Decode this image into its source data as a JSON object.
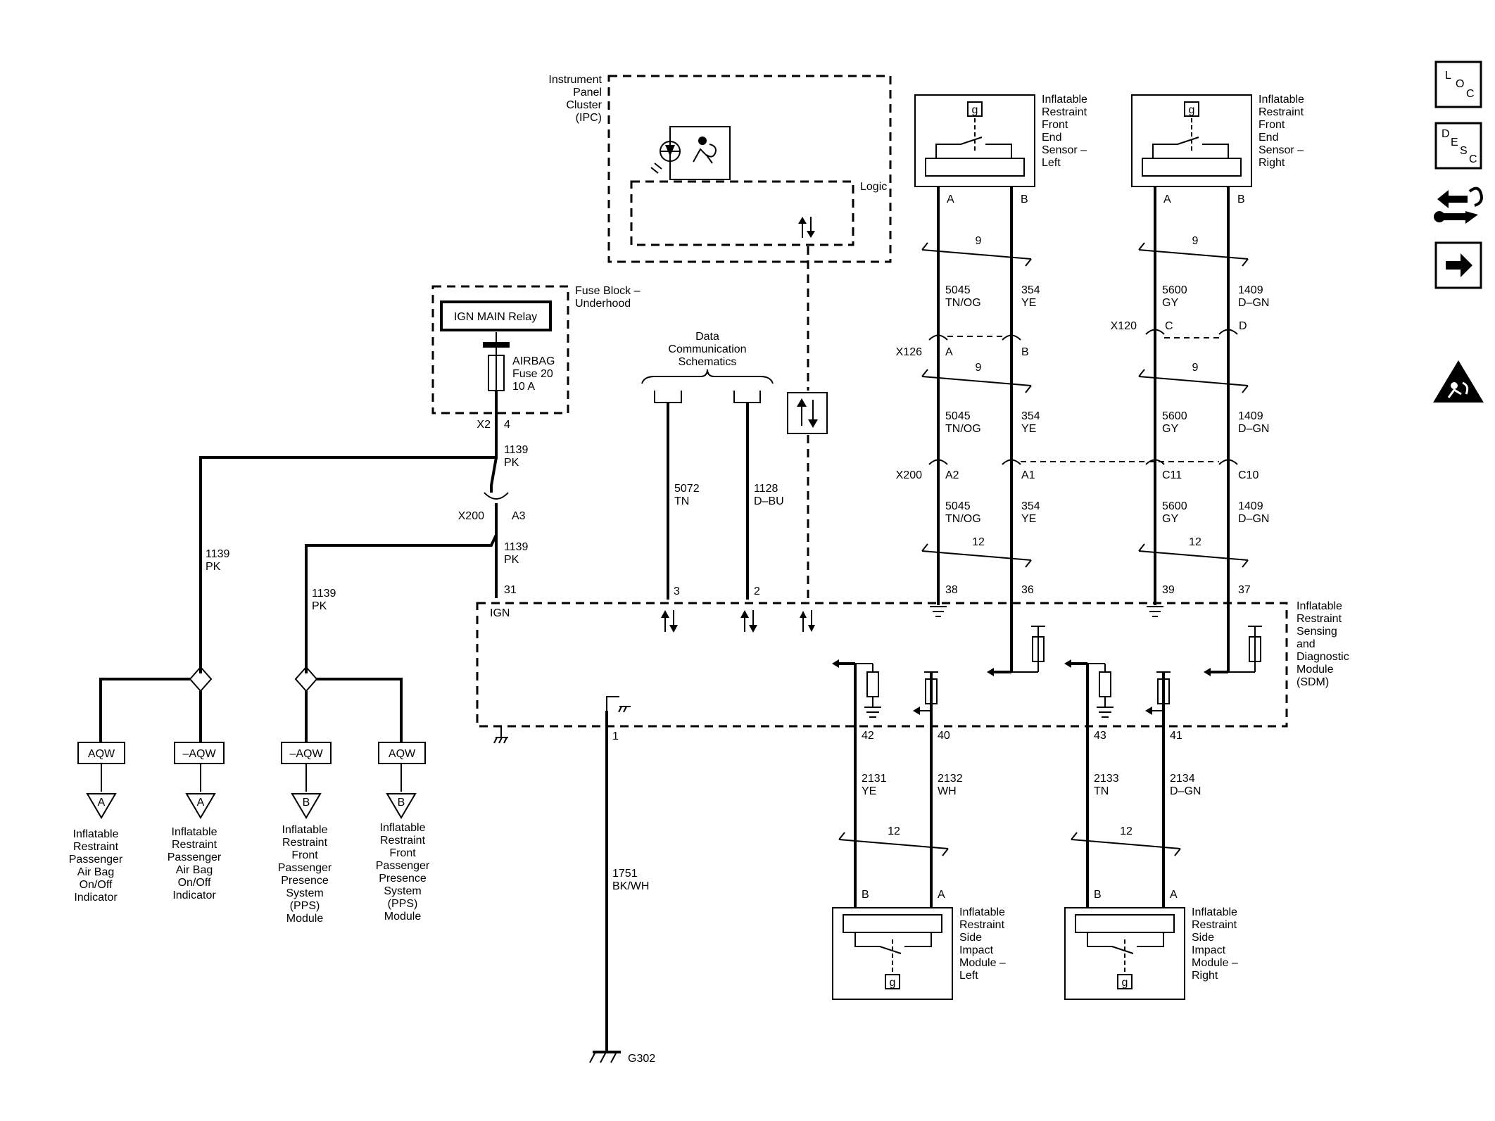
{
  "ipc": {
    "label": [
      "Instrument",
      "Panel",
      "Cluster",
      "(IPC)"
    ],
    "logic_label": "Logic"
  },
  "fuse_block": {
    "label": [
      "Fuse Block –",
      "Underhood"
    ],
    "relay": "IGN MAIN Relay",
    "fuse": [
      "AIRBAG",
      "Fuse 20",
      "10 A"
    ],
    "connector": "X2",
    "pin": "4"
  },
  "data_comm": {
    "label": [
      "Data",
      "Communication",
      "Schematics"
    ],
    "circuits": [
      {
        "number": "5072",
        "color": "TN",
        "pin": "3"
      },
      {
        "number": "1128",
        "color": "D–BU",
        "pin": "2"
      }
    ]
  },
  "ign_feed": {
    "wire_upper": [
      "1139",
      "PK"
    ],
    "connector": "X200",
    "connector_pin": "A3",
    "wire_lower": [
      "1139",
      "PK"
    ],
    "sdm_pin": "31",
    "sdm_pin_label": "IGN",
    "branch_a": [
      "1139",
      "PK"
    ],
    "branch_b": [
      "1139",
      "PK"
    ]
  },
  "options": [
    {
      "code": "AQW",
      "ref": "A",
      "label": [
        "Inflatable",
        "Restraint",
        "Passenger",
        "Air Bag",
        "On/Off",
        "Indicator"
      ]
    },
    {
      "code": "–AQW",
      "ref": "A",
      "label": [
        "Inflatable",
        "Restraint",
        "Passenger",
        "Air Bag",
        "On/Off",
        "Indicator"
      ]
    },
    {
      "code": "–AQW",
      "ref": "B",
      "label": [
        "Inflatable",
        "Restraint",
        "Front",
        "Passenger",
        "Presence",
        "System",
        "(PPS)",
        "Module"
      ]
    },
    {
      "code": "AQW",
      "ref": "B",
      "label": [
        "Inflatable",
        "Restraint",
        "Front",
        "Passenger",
        "Presence",
        "System",
        "(PPS)",
        "Module"
      ]
    }
  ],
  "front_sensor_left": {
    "label": [
      "Inflatable",
      "Restraint",
      "Front",
      "End",
      "Sensor –",
      "Left"
    ],
    "pins": [
      "A",
      "B"
    ],
    "twist": "9",
    "wire_a": [
      "5045",
      "TN/OG"
    ],
    "wire_b": [
      "354",
      "YE"
    ],
    "x126": {
      "name": "X126",
      "pins": [
        "A",
        "B"
      ]
    },
    "twist2": "9",
    "wire_a2": [
      "5045",
      "TN/OG"
    ],
    "wire_b2": [
      "354",
      "YE"
    ],
    "x200_pins": [
      "A2",
      "A1"
    ],
    "wire_a3": [
      "5045",
      "TN/OG"
    ],
    "wire_b3": [
      "354",
      "YE"
    ],
    "twist3": "12",
    "sdm_pins": [
      "38",
      "36"
    ]
  },
  "front_sensor_right": {
    "label": [
      "Inflatable",
      "Restraint",
      "Front",
      "End",
      "Sensor –",
      "Right"
    ],
    "pins": [
      "A",
      "B"
    ],
    "twist": "9",
    "wire_a": [
      "5600",
      "GY"
    ],
    "wire_b": [
      "1409",
      "D–GN"
    ],
    "x120": {
      "name": "X120",
      "pins": [
        "C",
        "D"
      ]
    },
    "twist2": "9",
    "wire_a2": [
      "5600",
      "GY"
    ],
    "wire_b2": [
      "1409",
      "D–GN"
    ],
    "x200_pins": [
      "C11",
      "C10"
    ],
    "wire_a3": [
      "5600",
      "GY"
    ],
    "wire_b3": [
      "1409",
      "D–GN"
    ],
    "twist3": "12",
    "sdm_pins": [
      "39",
      "37"
    ]
  },
  "x200_label": "X200",
  "sensor_glyph": "g",
  "sdm": {
    "label": [
      "Inflatable",
      "Restraint",
      "Sensing",
      "and",
      "Diagnostic",
      "Module",
      "(SDM)"
    ],
    "ground_pin": "1"
  },
  "ground": {
    "wire": [
      "1751",
      "BK/WH"
    ],
    "name": "G302"
  },
  "side_left": {
    "label": [
      "Inflatable",
      "Restraint",
      "Side",
      "Impact",
      "Module –",
      "Left"
    ],
    "sdm_pins": [
      "42",
      "40"
    ],
    "wire_b": [
      "2131",
      "YE"
    ],
    "wire_a": [
      "2132",
      "WH"
    ],
    "twist": "12",
    "pins": [
      "B",
      "A"
    ]
  },
  "side_right": {
    "label": [
      "Inflatable",
      "Restraint",
      "Side",
      "Impact",
      "Module –",
      "Right"
    ],
    "sdm_pins": [
      "43",
      "41"
    ],
    "wire_b": [
      "2133",
      "TN"
    ],
    "wire_a": [
      "2134",
      "D–GN"
    ],
    "twist": "12",
    "pins": [
      "B",
      "A"
    ]
  },
  "sidebar": {
    "loc": {
      "top": "L",
      "mid": "O",
      "sub": "C"
    },
    "desc": {
      "top": "D",
      "mid": "E",
      "mid2": "S",
      "sub": "C"
    },
    "icons": [
      "loc-icon",
      "desc-icon",
      "connector-repair-icon",
      "next-arrow-icon",
      "airbag-warning-icon"
    ]
  }
}
